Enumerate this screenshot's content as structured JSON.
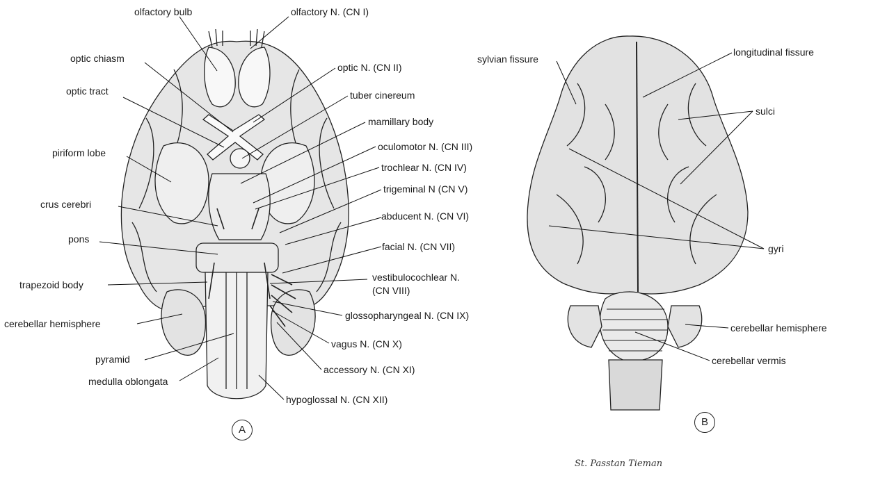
{
  "panel_a": {
    "tag": "A",
    "labels_left": [
      "optic chiasm",
      "optic tract",
      "piriform lobe",
      "crus cerebri",
      "pons",
      "trapezoid body",
      "cerebellar hemisphere",
      "pyramid",
      "medulla oblongata"
    ],
    "labels_top": [
      "olfactory bulb",
      "olfactory N. (CN I)"
    ],
    "labels_right": [
      "optic N. (CN II)",
      "tuber cinereum",
      "mamillary body",
      "oculomotor N. (CN III)",
      "trochlear N. (CN IV)",
      "trigeminal N (CN V)",
      "abducent N. (CN VI)",
      "facial N. (CN VII)",
      "vestibulocochlear N.",
      "(CN VIII)",
      "glossopharyngeal N. (CN IX)",
      "vagus N. (CN X)",
      "accessory N. (CN XI)",
      "hypoglossal N. (CN XII)"
    ]
  },
  "panel_b": {
    "tag": "B",
    "labels": [
      "sylvian fissure",
      "longitudinal fissure",
      "sulci",
      "gyri",
      "cerebellar hemisphere",
      "cerebellar vermis"
    ]
  },
  "signature": "St. Passtan Tieman"
}
